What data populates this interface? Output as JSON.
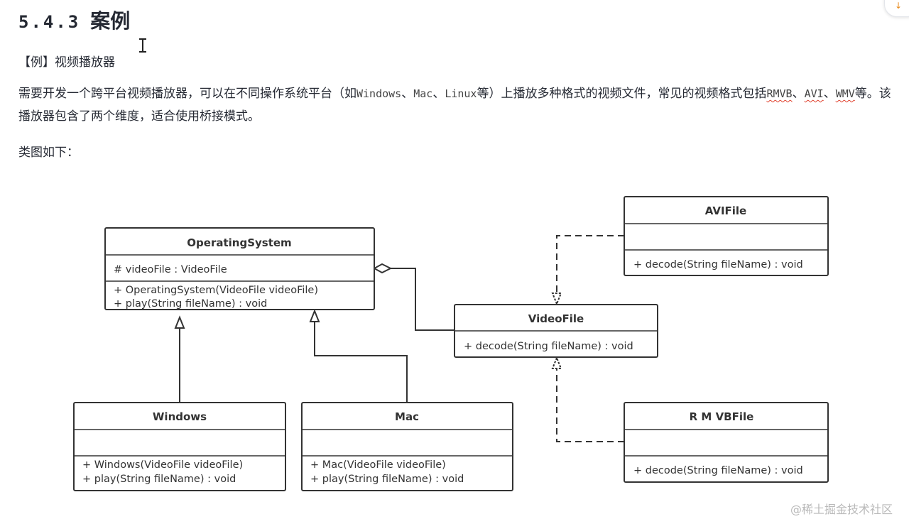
{
  "heading": {
    "number": "5.4.3",
    "title": "案例"
  },
  "example_title": "【例】视频播放器",
  "paragraph": {
    "part1": "需要开发一个跨平台视频播放器，可以在不同操作系统平台（如",
    "windows": "Windows",
    "sep1": "、",
    "mac": "Mac",
    "sep2": "、",
    "linux": "Linux",
    "part2": "等）上播放多种格式的视频文件，常见的视频格式包括",
    "rmvb": "RMVB",
    "sep3": "、",
    "avi": "AVI",
    "sep4": "、",
    "wmv": "WMV",
    "part3": "等。该播放器包含了两个维度，适合使用桥接模式。"
  },
  "class_diagram_intro": "类图如下：",
  "diagram": {
    "operating_system": {
      "name": "OperatingSystem",
      "attributes": [
        "# videoFile : VideoFile"
      ],
      "methods": [
        "+ OperatingSystem(VideoFile videoFile)",
        "+ play(String fileName) : void"
      ]
    },
    "windows": {
      "name": "Windows",
      "methods": [
        "+ Windows(VideoFile videoFile)",
        "+ play(String fileName) : void"
      ]
    },
    "mac": {
      "name": "Mac",
      "methods": [
        "+ Mac(VideoFile videoFile)",
        "+ play(String fileName) : void"
      ]
    },
    "video_file": {
      "name": "VideoFile",
      "methods": [
        "+ decode(String fileName) : void"
      ]
    },
    "avi_file": {
      "name": "AVIFile",
      "methods": [
        "+ decode(String fileName) : void"
      ]
    },
    "rmvb_file": {
      "name": "R M VBFile",
      "methods": [
        "+ decode(String fileName) : void"
      ]
    }
  },
  "corner_badge": "↓",
  "watermark": "@稀土掘金技术社区"
}
